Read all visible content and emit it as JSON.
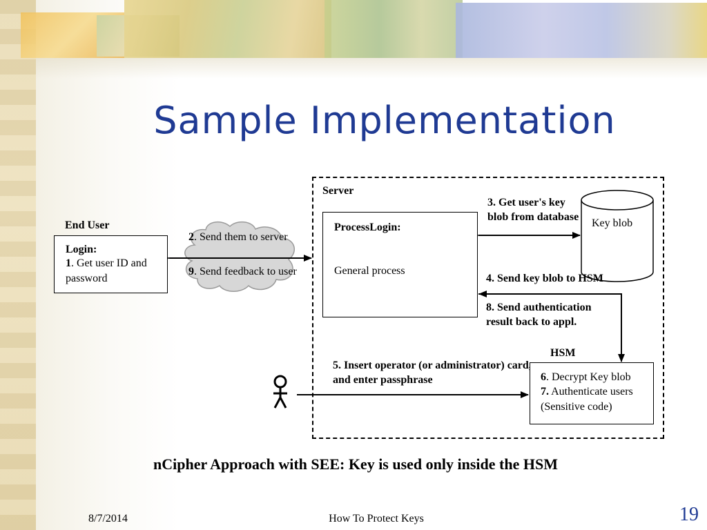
{
  "slide": {
    "title": "Sample Implementation",
    "caption": "nCipher Approach with SEE: Key is used only inside the HSM",
    "footer_date": "8/7/2014",
    "footer_title": "How To Protect Keys",
    "slide_number": "19"
  },
  "diagram": {
    "end_user": {
      "heading": "End User",
      "box_title": "Login:",
      "step1_num": "1",
      "step1_text": ". Get user ID and",
      "step1_text2": "password"
    },
    "server": {
      "heading": "Server",
      "process_title": "ProcessLogin:",
      "process_body": "General process"
    },
    "key_blob_db": {
      "label": "Key blob"
    },
    "hsm": {
      "heading": "HSM",
      "step6_num": "6",
      "step6_text": ". Decrypt Key blob",
      "step7_num": "7.",
      "step7_text": " Authenticate users",
      "step7_text2": "(Sensitive code)"
    },
    "steps": {
      "step2_num": "2",
      "step2_text": ". Send them to server",
      "step9_num": "9",
      "step9_text": ". Send feedback to user",
      "step3_num": "3",
      "step3_text": ". Get user's key",
      "step3_text2": "blob from database",
      "step4_num": "4",
      "step4_text": ". Send key blob to HSM",
      "step8_num": "8",
      "step8_text": ". Send authentication",
      "step8_text2": "result back to appl.",
      "step5_num": "5",
      "step5_text": ". Insert operator (or administrator) card,",
      "step5_text2": "and enter passphrase"
    },
    "icons": {
      "operator": "stick-figure-icon",
      "network": "cloud-icon",
      "database": "database-cylinder-icon"
    }
  },
  "colors": {
    "title": "#1f3a93",
    "slide_number": "#1f3a93"
  }
}
